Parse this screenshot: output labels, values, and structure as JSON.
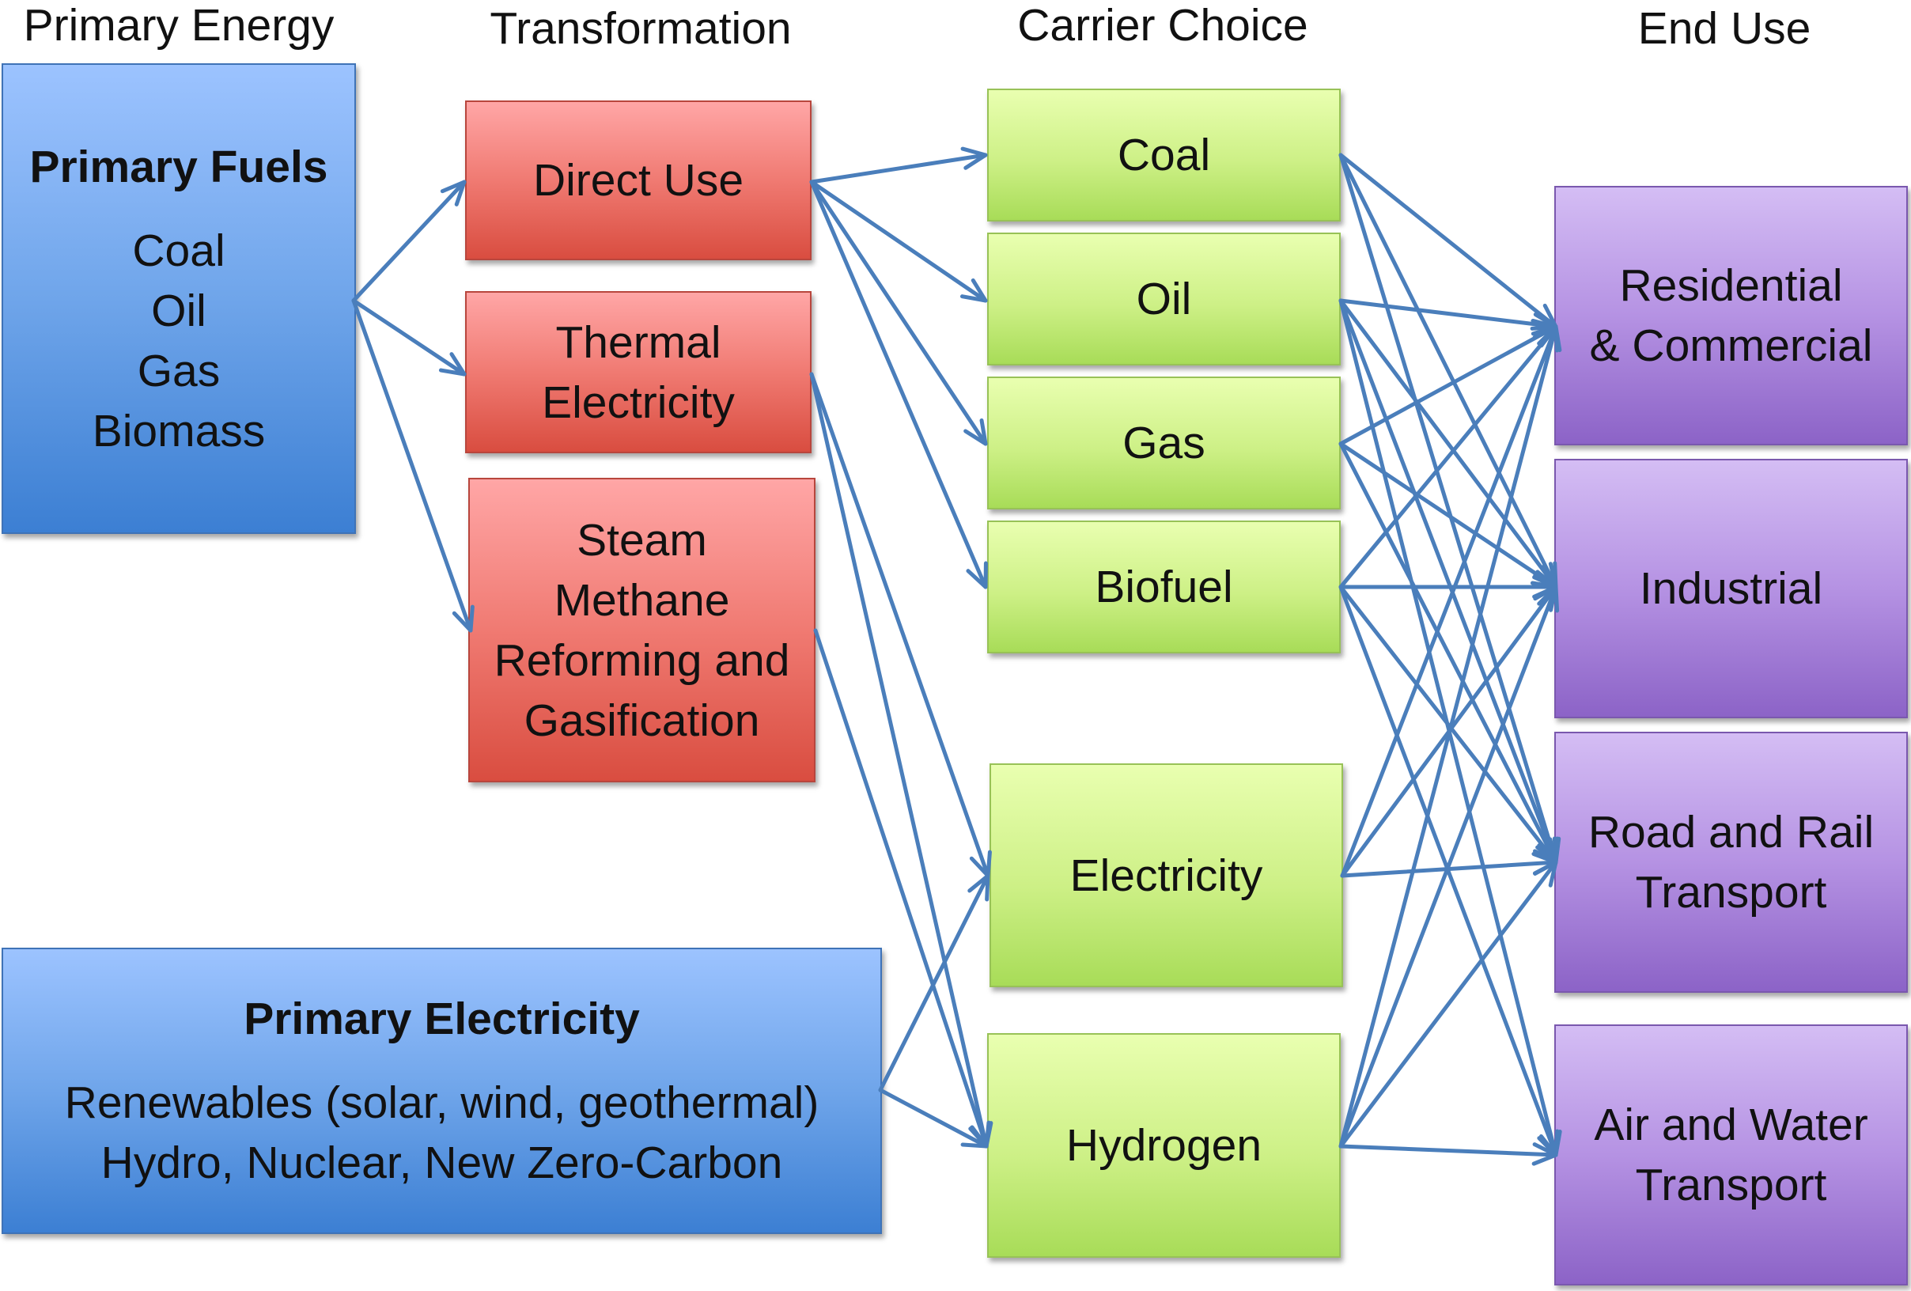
{
  "columns": {
    "primary_energy": "Primary Energy",
    "transformation": "Transformation",
    "carrier_choice": "Carrier Choice",
    "end_use": "End Use"
  },
  "primary": {
    "fuels": {
      "title": "Primary Fuels",
      "items": [
        "Coal",
        "Oil",
        "Gas",
        "Biomass"
      ]
    },
    "electricity": {
      "title": "Primary Electricity",
      "lines": [
        "Renewables (solar, wind, geothermal)",
        "Hydro, Nuclear, New Zero-Carbon"
      ]
    }
  },
  "transformation": {
    "direct_use": [
      "Direct Use"
    ],
    "thermal": [
      "Thermal",
      "Electricity"
    ],
    "smr": [
      "Steam",
      "Methane",
      "Reforming and",
      "Gasification"
    ]
  },
  "carriers": {
    "coal": "Coal",
    "oil": "Oil",
    "gas": "Gas",
    "biofuel": "Biofuel",
    "electricity": "Electricity",
    "hydrogen": "Hydrogen"
  },
  "end_use": {
    "residential": [
      "Residential",
      "& Commercial"
    ],
    "industrial": [
      "Industrial"
    ],
    "road_rail": [
      "Road and Rail",
      "Transport"
    ],
    "air_water": [
      "Air and Water",
      "Transport"
    ]
  },
  "colors": {
    "arrow": "#4a7ebb",
    "primary": "#6fa5ea",
    "transformation": "#f07a72",
    "carrier": "#cdf086",
    "end_use": "#b592e3"
  }
}
